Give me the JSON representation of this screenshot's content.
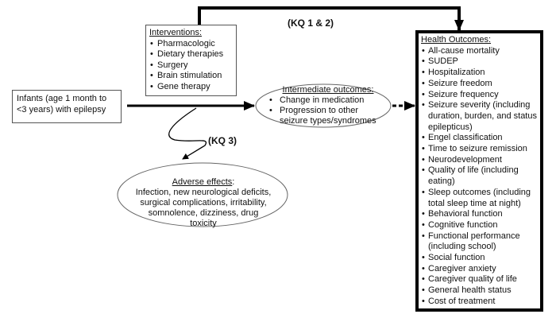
{
  "population": "Infants (age 1 month to <3 years) with epilepsy",
  "interventions": {
    "title": "Interventions:",
    "items": [
      "Pharmacologic",
      "Dietary therapies",
      "Surgery",
      "Brain stimulation",
      "Gene therapy"
    ]
  },
  "intermediate": {
    "title": "Intermediate outcomes:",
    "items": [
      "Change in medication",
      "Progression to other seizure types/syndromes"
    ]
  },
  "adverse": {
    "title": "Adverse effects",
    "text": "Infection, new neurological deficits, surgical complications, irritability, somnolence, dizziness, drug toxicity"
  },
  "kq12": "(KQ 1 & 2)",
  "kq3": "(KQ 3)",
  "health": {
    "title": "Health Outcomes:",
    "items": [
      "All-cause mortality",
      "SUDEP",
      "Hospitalization",
      "Seizure freedom",
      "Seizure frequency",
      "Seizure severity (including duration, burden, and status epilepticus)",
      "Engel classification",
      "Time to seizure remission",
      "Neurodevelopment",
      "Quality of life (including eating)",
      "Sleep outcomes (including total sleep time at night)",
      "Behavioral function",
      "Cognitive function",
      "Functional performance (including school)",
      "Social function",
      "Caregiver anxiety",
      "Caregiver quality of life",
      "General health status",
      "Cost of treatment"
    ]
  }
}
